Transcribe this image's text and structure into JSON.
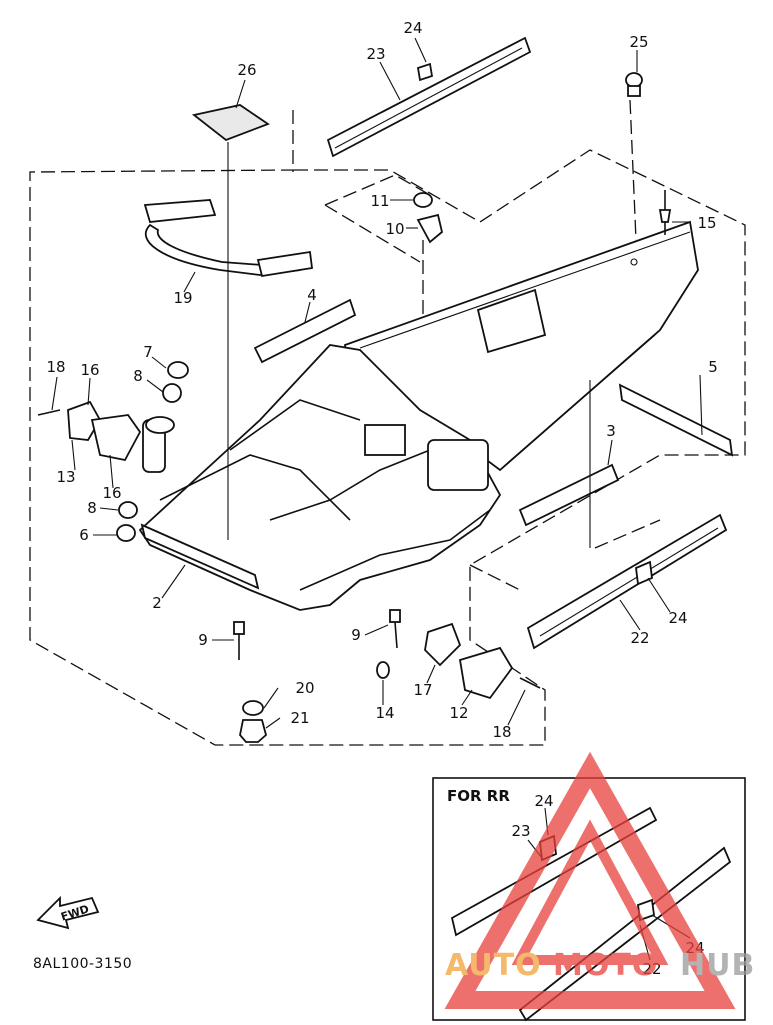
{
  "diagram": {
    "callouts": [
      {
        "id": "c24a",
        "text": "24"
      },
      {
        "id": "c23a",
        "text": "23"
      },
      {
        "id": "c25",
        "text": "25"
      },
      {
        "id": "c26",
        "text": "26"
      },
      {
        "id": "c11",
        "text": "11"
      },
      {
        "id": "c10",
        "text": "10"
      },
      {
        "id": "c15",
        "text": "15"
      },
      {
        "id": "c19",
        "text": "19"
      },
      {
        "id": "c4",
        "text": "4"
      },
      {
        "id": "c7",
        "text": "7"
      },
      {
        "id": "c18a",
        "text": "18"
      },
      {
        "id": "c16a",
        "text": "16"
      },
      {
        "id": "c8a",
        "text": "8"
      },
      {
        "id": "c5",
        "text": "5"
      },
      {
        "id": "c13",
        "text": "13"
      },
      {
        "id": "c16b",
        "text": "16"
      },
      {
        "id": "c3",
        "text": "3"
      },
      {
        "id": "c8b",
        "text": "8"
      },
      {
        "id": "c6",
        "text": "6"
      },
      {
        "id": "c2",
        "text": "2"
      },
      {
        "id": "c24b",
        "text": "24"
      },
      {
        "id": "c22a",
        "text": "22"
      },
      {
        "id": "c9a",
        "text": "9"
      },
      {
        "id": "c9b",
        "text": "9"
      },
      {
        "id": "c17",
        "text": "17"
      },
      {
        "id": "c20",
        "text": "20"
      },
      {
        "id": "c21",
        "text": "21"
      },
      {
        "id": "c14",
        "text": "14"
      },
      {
        "id": "c12",
        "text": "12"
      },
      {
        "id": "c18b",
        "text": "18"
      }
    ],
    "inset": {
      "title": "FOR RR",
      "callouts": [
        {
          "id": "i24a",
          "text": "24"
        },
        {
          "id": "i23",
          "text": "23"
        },
        {
          "id": "i24b",
          "text": "24"
        },
        {
          "id": "i22",
          "text": "22"
        }
      ]
    },
    "fwd_label": "FWD",
    "drawing_code": "8AL100-3150",
    "watermark": {
      "part1": "AUTO",
      "part2": "MOTO",
      "part3": "HUB"
    },
    "colors": {
      "ink": "#111111",
      "watermark_red": "#e8413c",
      "watermark_orange": "#f2a23a",
      "watermark_grey": "#9a9a9a"
    }
  }
}
